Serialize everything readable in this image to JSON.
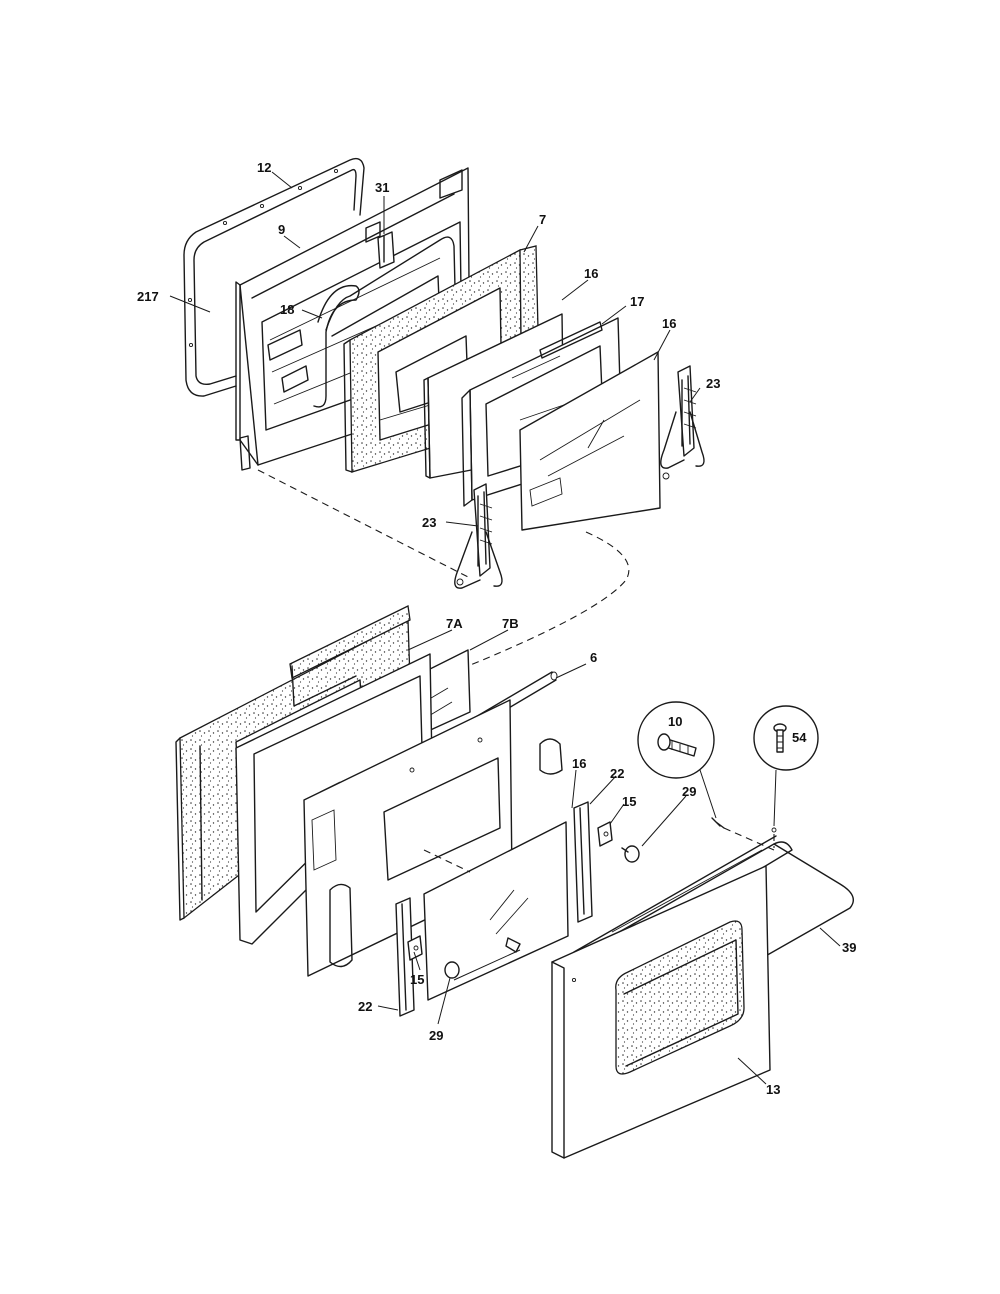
{
  "diagram": {
    "kind": "exploded-parts-view",
    "line_color": "#1a1a1a",
    "background": "#ffffff",
    "callouts": [
      {
        "id": "c12",
        "label": "12"
      },
      {
        "id": "c31",
        "label": "31"
      },
      {
        "id": "c9",
        "label": "9"
      },
      {
        "id": "c7",
        "label": "7"
      },
      {
        "id": "c217",
        "label": "217"
      },
      {
        "id": "c16a",
        "label": "16"
      },
      {
        "id": "c18",
        "label": "18"
      },
      {
        "id": "c17",
        "label": "17"
      },
      {
        "id": "c16b",
        "label": "16"
      },
      {
        "id": "c23a",
        "label": "23"
      },
      {
        "id": "c23b",
        "label": "23"
      },
      {
        "id": "c7a",
        "label": "7A"
      },
      {
        "id": "c7b",
        "label": "7B"
      },
      {
        "id": "c6",
        "label": "6"
      },
      {
        "id": "c10",
        "label": "10"
      },
      {
        "id": "c54",
        "label": "54"
      },
      {
        "id": "c16c",
        "label": "16"
      },
      {
        "id": "c22a",
        "label": "22"
      },
      {
        "id": "c15a",
        "label": "15"
      },
      {
        "id": "c29a",
        "label": "29"
      },
      {
        "id": "c39",
        "label": "39"
      },
      {
        "id": "c15b",
        "label": "15"
      },
      {
        "id": "c22b",
        "label": "22"
      },
      {
        "id": "c29b",
        "label": "29"
      },
      {
        "id": "c13",
        "label": "13"
      }
    ]
  }
}
